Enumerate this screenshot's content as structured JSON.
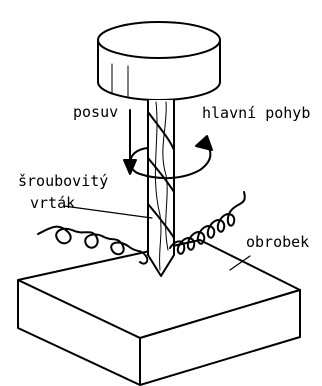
{
  "diagram": {
    "labels": {
      "feed": "posuv",
      "main_motion": "hlavní pohyb",
      "drill_line1": "šroubovitý",
      "drill_line2": "vrták",
      "workpiece": "obrobek"
    }
  }
}
